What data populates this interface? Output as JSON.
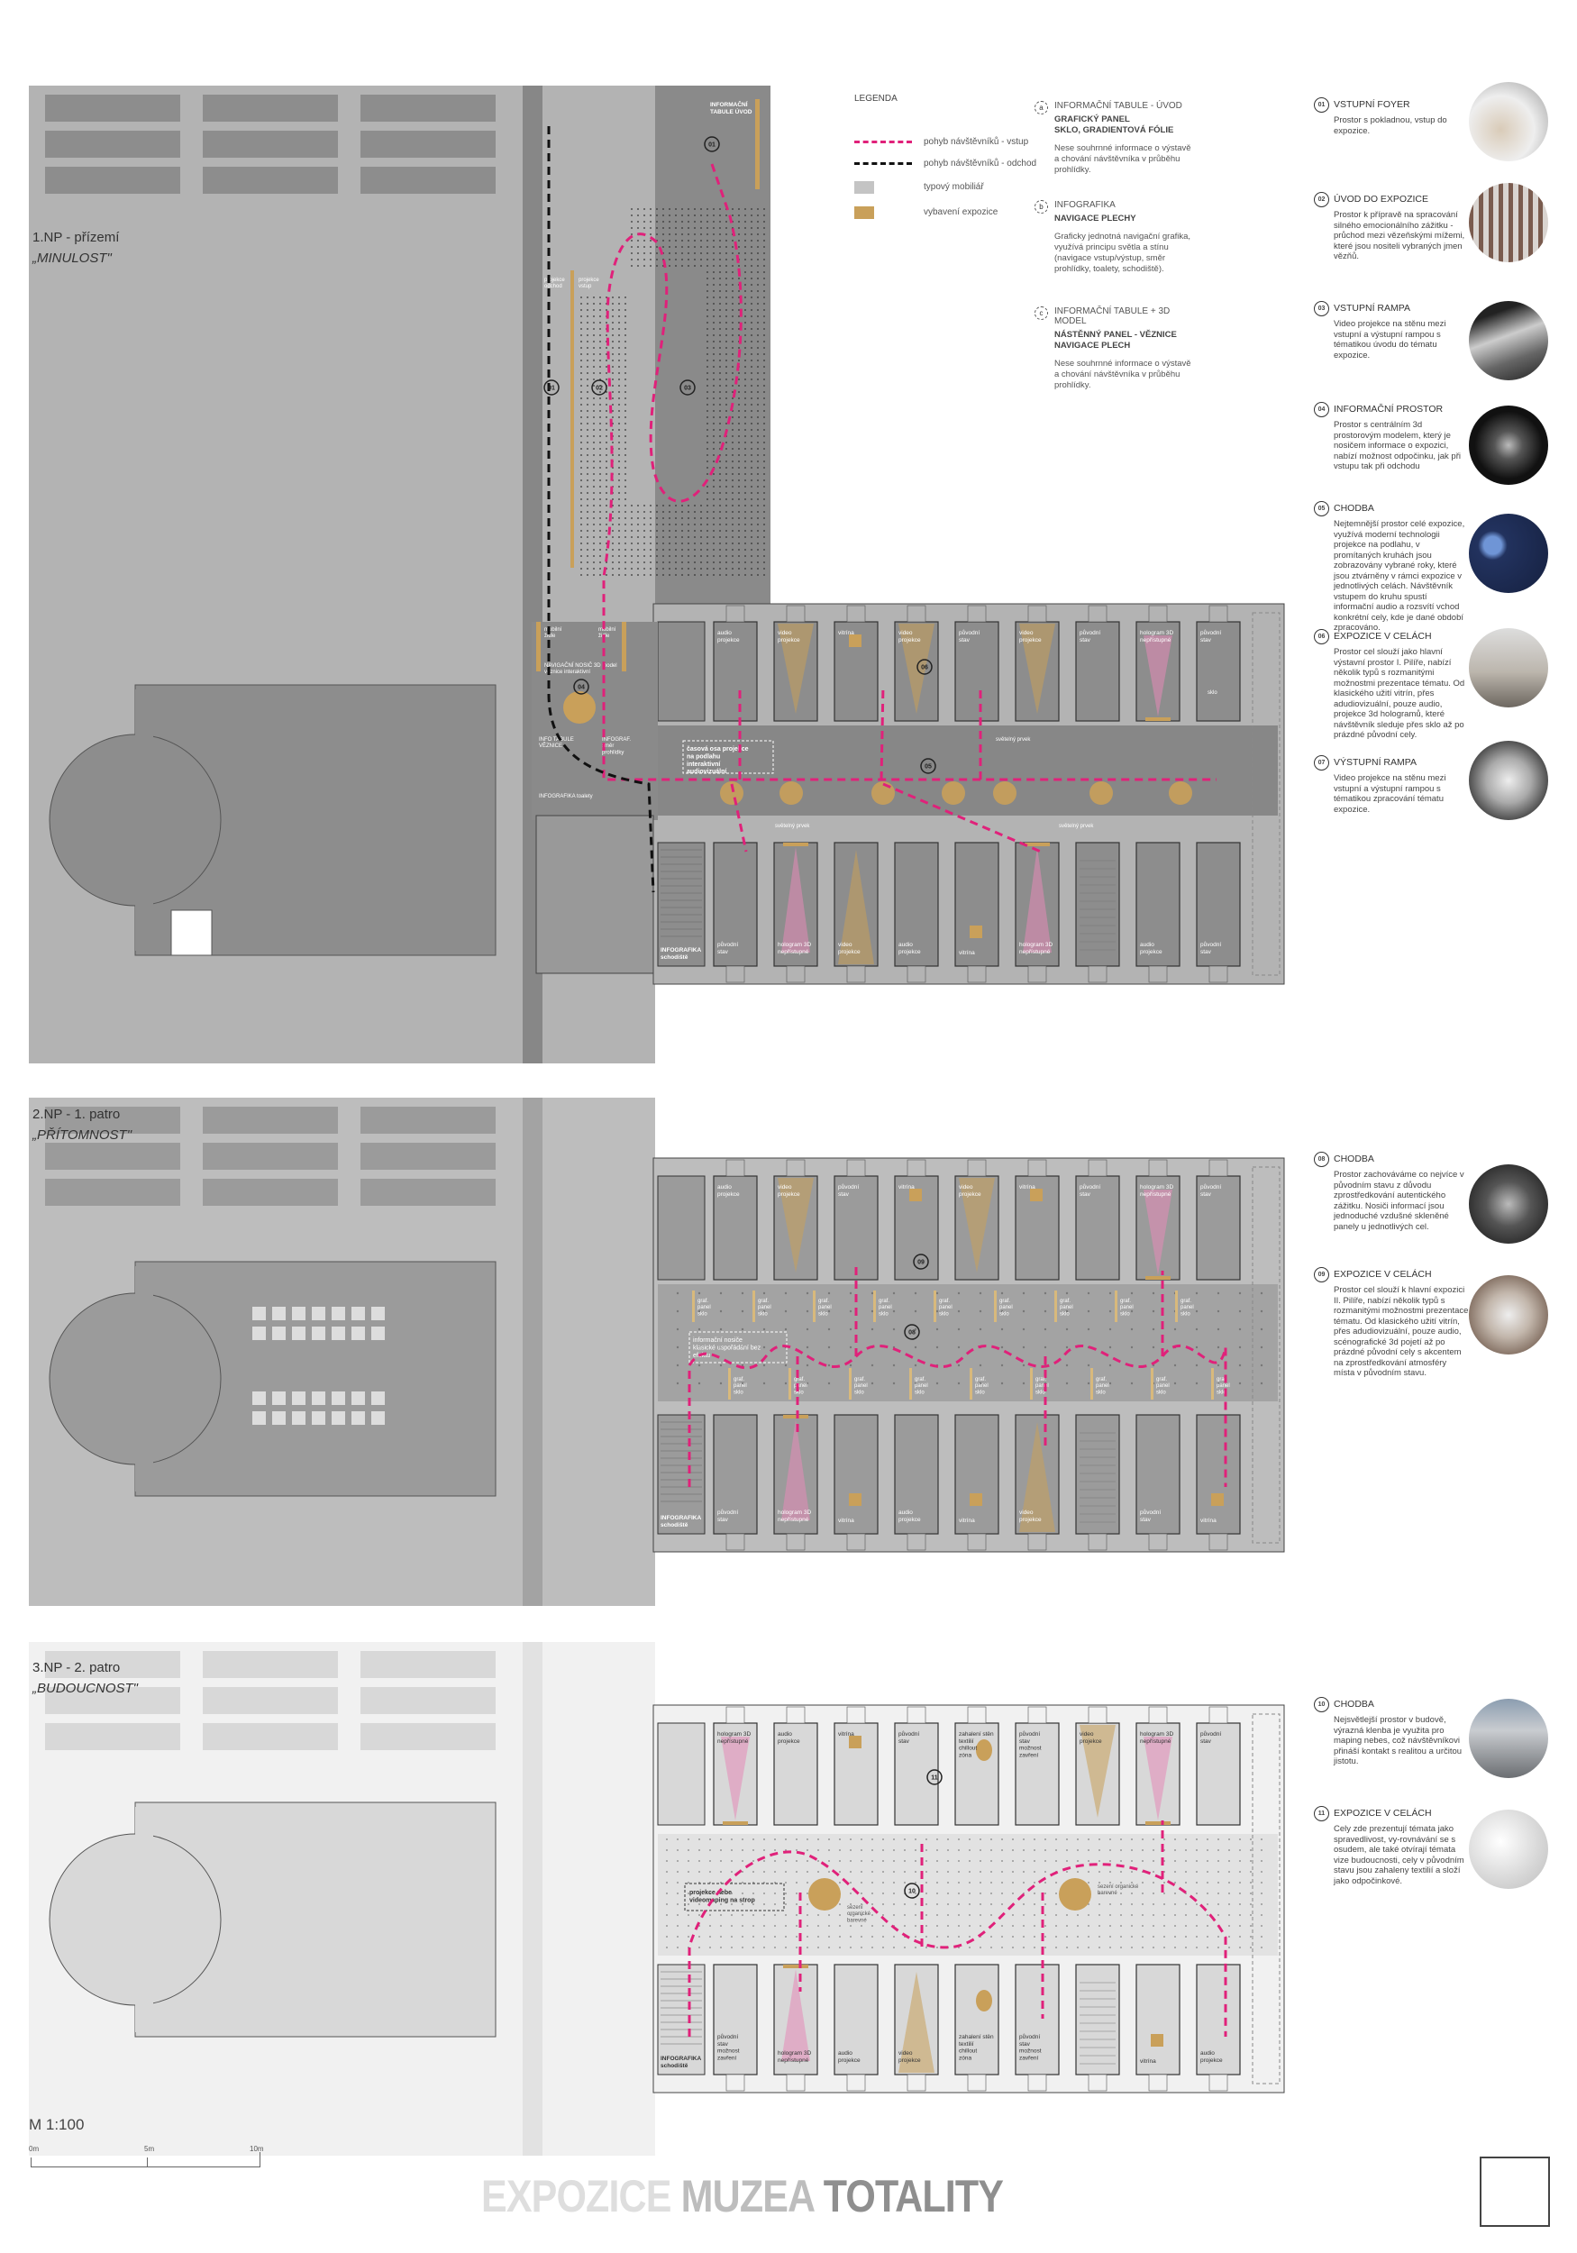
{
  "colors": {
    "route_in": "#e0217a",
    "route_out": "#111111",
    "furniture": "#c4c4c4",
    "exhibit": "#c9a05a"
  },
  "legend": {
    "title": "LEGENDA",
    "items": [
      {
        "label": "pohyb návštěvníků - vstup",
        "kind": "dash",
        "color": "#e0217a"
      },
      {
        "label": "pohyb návštěvníků - odchod",
        "kind": "dash",
        "color": "#111111"
      },
      {
        "label": "typový mobiliář",
        "kind": "swatch",
        "color": "#c4c4c4"
      },
      {
        "label": "vybavení expozice",
        "kind": "swatch",
        "color": "#c9a05a"
      }
    ]
  },
  "info_elements": [
    {
      "mark": "a",
      "heading": "INFORMAČNÍ TABULE - ÚVOD",
      "bold": "GRAFICKÝ PANEL\nSKLO, GRADIENTOVÁ FÓLIE",
      "text": "Nese souhrnné informace o výstavě a chování návštěvníka v průběhu prohlídky."
    },
    {
      "mark": "b",
      "heading": "INFOGRAFIKA",
      "bold": "NAVIGACE PLECHY",
      "text": "Graficky jednotná navigační grafika, využívá principu světla a stínu (navigace vstup/výstup, směr prohlídky, toalety, schodiště)."
    },
    {
      "mark": "c",
      "heading": "INFORMAČNÍ TABULE + 3D MODEL",
      "bold": "NÁSTĚNNÝ PANEL - VĚZNICE\nNAVIGACE PLECH",
      "text": "Nese souhrnné informace o výstavě a chování návštěvníka v průběhu prohlídky."
    }
  ],
  "spaces": [
    {
      "num": "01",
      "heading": "VSTUPNÍ FOYER",
      "text": "Prostor s pokladnou, vstup do expozice.",
      "photo": "foyer"
    },
    {
      "num": "02",
      "heading": "ÚVOD DO EXPOZICE",
      "text": "Prostor k přípravě na spracování silného emocionálního zážitku - průchod mezi vězeňskými mížemi, které jsou nositeli vybraných jmen vězňů.",
      "photo": "bars"
    },
    {
      "num": "03",
      "heading": "VSTUPNÍ RAMPA",
      "text": "Video projekce na stěnu mezi vstupní a výstupní rampou s tématikou úvodu do tématu expozice.",
      "photo": "ramp"
    },
    {
      "num": "04",
      "heading": "INFORMAČNÍ PROSTOR",
      "text": "Prostor s centrálním 3d prostorovým modelem, který je nosičem informace o expozici, nabízí možnost odpočinku, jak při vstupu tak při odchodu",
      "photo": "model"
    },
    {
      "num": "05",
      "heading": "CHODBA",
      "text": "Nejtemnější prostor celé expozice, využívá moderní technologii projekce na podlahu, v promítaných kruhách jsou zobrazovány vybrané roky, které jsou ztvárněny v rámci expozice v jednotlivých celách. Návštěvník vstupem do kruhu spustí informační audio a rozsvítí vchod konkrétní cely, kde je dané období zpracováno.",
      "photo": "floor"
    },
    {
      "num": "06",
      "heading": "EXPOZICE V CELÁCH",
      "text": "Prostor cel slouží jako hlavní výstavní prostor I. Pilíře, nabízí několik typů s rozmanitými možnostmi prezentace tématu. Od klasického užití vitrín, přes adudiovizuální, pouze audio, projekce 3d hologramů, které návštěvník sleduje přes sklo až po prázdné původní cely.",
      "photo": "cell"
    },
    {
      "num": "07",
      "heading": "VÝSTUPNÍ RAMPA",
      "text": "Video projekce na stěnu mezi vstupní a výstupní rampou s tématikou zpracování tématu expozice.",
      "photo": "tunnel"
    },
    {
      "num": "08",
      "heading": "CHODBA",
      "text": "Prostor zachováváme co nejvíce v původním stavu z důvodu zprostředkování autentického zážitku. Nosiči informací jsou jednoduché vzdušné skleněné panely u jednotlivých cel.",
      "photo": "corridor"
    },
    {
      "num": "09",
      "heading": "EXPOZICE V CELÁCH",
      "text": "Prostor cel slouží k hlavní expozici II. Pilíře, nabízí několik typů s rozmanitými možnostmi prezentace tématu. Od klasického užití vitrín, přes adudiovizuální, pouze audio, scénografické 3d pojetí až po prázdné původní cely s akcentem na zprostředkování atmosféry místa v původním stavu.",
      "photo": "wire"
    },
    {
      "num": "10",
      "heading": "CHODBA",
      "text": "Nejsvětlejší prostor v budově, výrazná klenba je využita pro maping nebes, což návštěvníkovi přináší kontakt s realitou a určitou jistotu.",
      "photo": "sky"
    },
    {
      "num": "11",
      "heading": "EXPOZICE V CELÁCH",
      "text": "Cely zde prezentují témata jako spravedlivost, vy-rovnávání se s osudem, ale také otvírají témata vize budoucnosti, cely v původním stavu jsou zahaleny textilií a složí jako odpočinkové.",
      "photo": "relief"
    }
  ],
  "floors": [
    {
      "title": "1.NP - přízemí",
      "subtitle": "„MINULOST\"",
      "north": [
        [
          "audio",
          "projekce"
        ],
        [
          "video",
          "projekce"
        ],
        [
          "vitrína"
        ],
        [
          "video",
          "projekce"
        ],
        [
          "původní",
          "stav"
        ],
        [
          "video",
          "projekce"
        ],
        [
          "původní",
          "stav"
        ],
        [
          "hologram 3D",
          "nepřístupné"
        ],
        [
          "původní",
          "stav"
        ]
      ],
      "south": [
        [
          "původní",
          "stav"
        ],
        [
          "hologram 3D",
          "nepřístupné"
        ],
        [
          "video",
          "projekce"
        ],
        [
          "audio",
          "projekce"
        ],
        [
          "vitrína"
        ],
        [
          "hologram 3D",
          "nepřístupné"
        ],
        [],
        [
          "audio",
          "projekce"
        ],
        [
          "původní",
          "stav"
        ]
      ],
      "notes": {
        "info_board": "INFORMAČNÍ TABULE ÚVOD",
        "proj_out": "projekce odchod",
        "proj_in": "projekce vstup",
        "chairs": "mobilní židle",
        "nav": "NAVIGAČNÍ NOSIČ 3D model věznice interaktivní",
        "info_prison": "INFO TABULE VĚZNICE",
        "infograf_dir": "INFOGRAF. směr prohlídky",
        "infograf_wc": "INFOGRAFIKA toalety",
        "infograf_stairs": "INFOGRAFIKA schodiště",
        "timeline": "časová osa projekce na podlahu interaktivní audiovizuální",
        "light": "světelný prvek",
        "glass": "sklo"
      },
      "markers": [
        "01",
        "02",
        "03",
        "04",
        "05",
        "06",
        "07"
      ]
    },
    {
      "title": "2.NP - 1. patro",
      "subtitle": "„PŘÍTOMNOST\"",
      "north": [
        [
          "audio",
          "projekce"
        ],
        [
          "video",
          "projekce"
        ],
        [
          "původní",
          "stav"
        ],
        [
          "vitrína"
        ],
        [
          "video",
          "projekce"
        ],
        [
          "vitrína"
        ],
        [
          "původní",
          "stav"
        ],
        [
          "hologram 3D",
          "nepřístupné"
        ],
        [
          "původní",
          "stav"
        ]
      ],
      "south": [
        [
          "původní",
          "stav"
        ],
        [
          "hologram 3D",
          "nepřístupné"
        ],
        [
          "vitrína"
        ],
        [
          "audio",
          "projekce"
        ],
        [
          "vitrína"
        ],
        [
          "video",
          "projekce"
        ],
        [],
        [
          "původní",
          "stav"
        ],
        [
          "vitrína"
        ]
      ],
      "notes": {
        "info_carriers": "informační nosiče klasické uspořádání bez efektu",
        "panel": "graf. panel sklo",
        "infograf_stairs": "INFOGRAFIKA schodiště"
      },
      "markers": [
        "08",
        "09"
      ]
    },
    {
      "title": "3.NP - 2. patro",
      "subtitle": "„BUDOUCNOST\"",
      "north": [
        [
          "hologram 3D",
          "nepřístupné"
        ],
        [
          "audio",
          "projekce"
        ],
        [
          "vitrína"
        ],
        [
          "původní",
          "stav"
        ],
        [
          "zahalení stěn",
          "textilií",
          "chillout",
          "zóna"
        ],
        [
          "původní",
          "stav",
          "možnost",
          "zavření"
        ],
        [
          "video",
          "projekce"
        ],
        [
          "hologram 3D",
          "nepřístupné"
        ],
        [
          "původní",
          "stav"
        ]
      ],
      "south": [
        [
          "původní",
          "stav",
          "možnost",
          "zavření"
        ],
        [
          "hologram 3D",
          "nepřístupné"
        ],
        [
          "audio",
          "projekce"
        ],
        [
          "video",
          "projekce"
        ],
        [
          "zahalení stěn",
          "textilií",
          "chillout",
          "zóna"
        ],
        [
          "původní",
          "stav",
          "možnost",
          "zavření"
        ],
        [],
        [
          "vitrína"
        ],
        [
          "audio",
          "projekce"
        ]
      ],
      "notes": {
        "sky": "projekce nebe videomaping na strop",
        "seating": "sezení organické barevné",
        "infograf_stairs": "INFOGRAFIKA schodiště"
      },
      "markers": [
        "10",
        "11"
      ]
    }
  ],
  "scale": {
    "label": "M 1:100",
    "ticks": [
      "0m",
      "5m",
      "10m"
    ]
  },
  "title": {
    "w1": "EXPOZICE",
    "w2": "MUZEA",
    "w3": "TOTALITY"
  }
}
